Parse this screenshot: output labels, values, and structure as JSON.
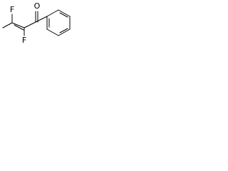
{
  "molecule": {
    "atoms": {
      "oxygen": "O",
      "fluorine_top": "F",
      "fluorine_bottom": "F"
    },
    "colors": {
      "bond": "#000000",
      "label": "#000000",
      "background": "#ffffff"
    }
  }
}
